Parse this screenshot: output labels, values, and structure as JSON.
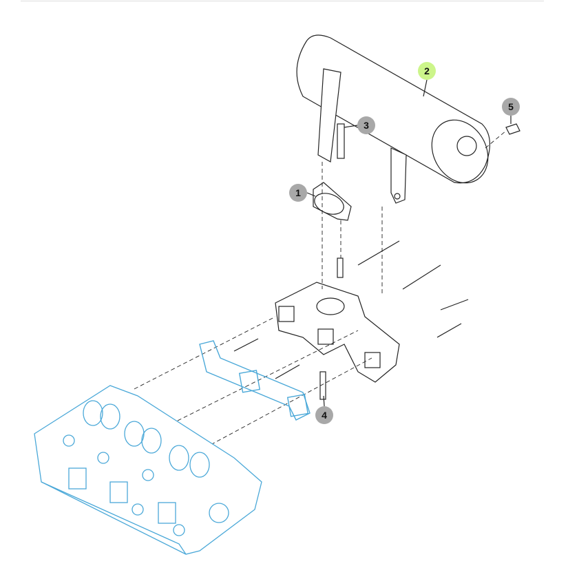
{
  "callouts": [
    {
      "label": "1",
      "highlighted": false
    },
    {
      "label": "2",
      "highlighted": true
    },
    {
      "label": "3",
      "highlighted": false
    },
    {
      "label": "4",
      "highlighted": false
    },
    {
      "label": "5",
      "highlighted": false
    }
  ],
  "colors": {
    "highlight": "#ccf58a",
    "callout": "#a8a8a8",
    "engine_part": "#4aa8d8",
    "line": "#222222"
  }
}
